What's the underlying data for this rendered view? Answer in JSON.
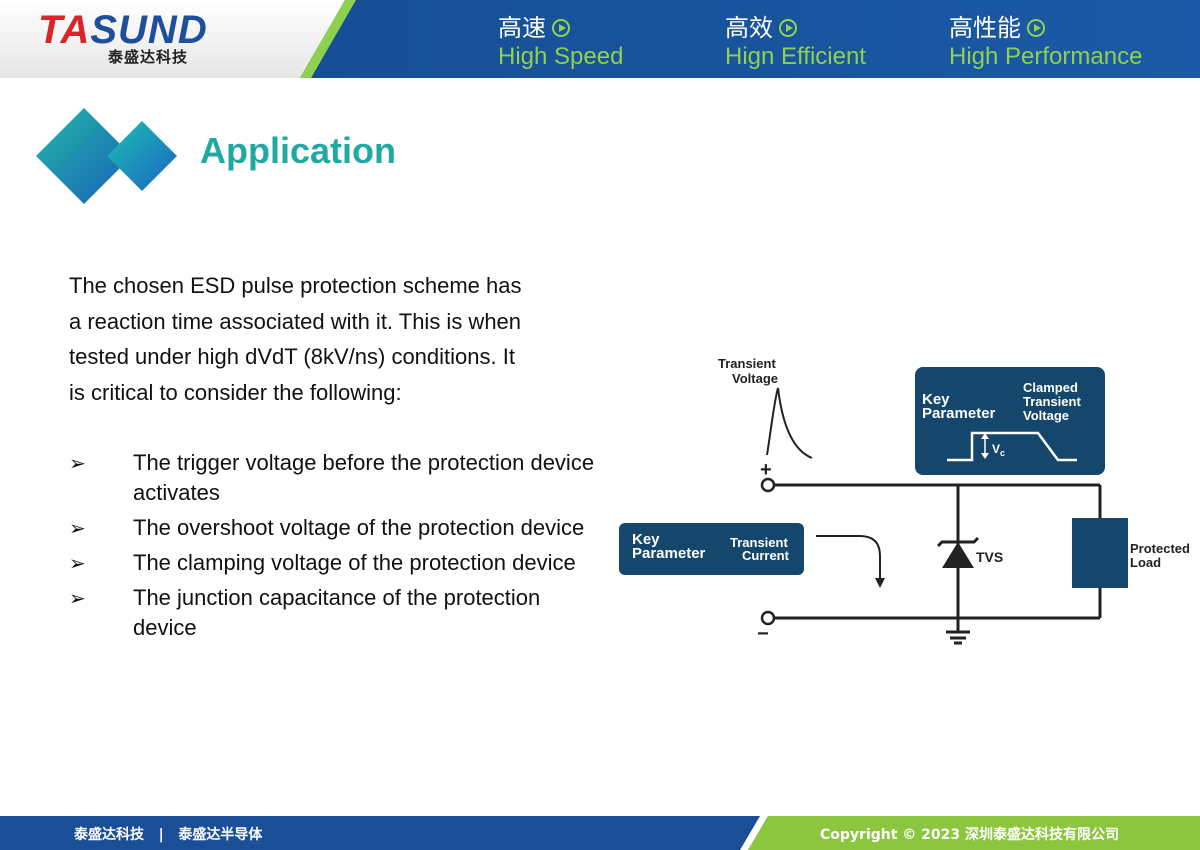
{
  "header": {
    "logo_part1": "TA",
    "logo_part2": "SUND",
    "logo_subtitle": "泰盛达科技",
    "slogans": [
      {
        "cn": "高速",
        "en": "High Speed"
      },
      {
        "cn": "高效",
        "en": "Hign Efficient"
      },
      {
        "cn": "高性能",
        "en": "High Performance"
      }
    ]
  },
  "section": {
    "title": "Application"
  },
  "body": {
    "intro": "The chosen ESD pulse protection scheme has a reaction time associated with it. This is when tested under high dVdT (8kV/ns) conditions. It is critical to consider the following:",
    "bullet_symbol": "➢",
    "bullets": [
      "The trigger voltage before the protection device activates",
      "The overshoot voltage of the protection device",
      "The clamping voltage of the protection device",
      "The junction capacitance of the protection device"
    ]
  },
  "diagram": {
    "transient_voltage_line1": "Transient",
    "transient_voltage_line2": "Voltage",
    "plus_sign": "+",
    "minus_sign": "−",
    "kp_top_line1": "Key",
    "kp_top_line2": "Parameter",
    "clamped_line1": "Clamped",
    "clamped_line2": "Transient",
    "clamped_line3": "Voltage",
    "vc_label": "V",
    "vc_sub": "c",
    "kp_left_line1": "Key",
    "kp_left_line2": "Parameter",
    "tc_line1": "Transient",
    "tc_line2": "Current",
    "tvs_label": "TVS",
    "load_line1": "Protected",
    "load_line2": "Load"
  },
  "footer": {
    "left": "泰盛达科技   |   泰盛达半导体",
    "right": "Copyright © 2023 深圳泰盛达科技有限公司"
  },
  "colors": {
    "brand_blue": "#1d4f9c",
    "accent_green": "#8fd14f",
    "title_teal": "#1fa9a3",
    "diagram_navy": "#15466b"
  }
}
